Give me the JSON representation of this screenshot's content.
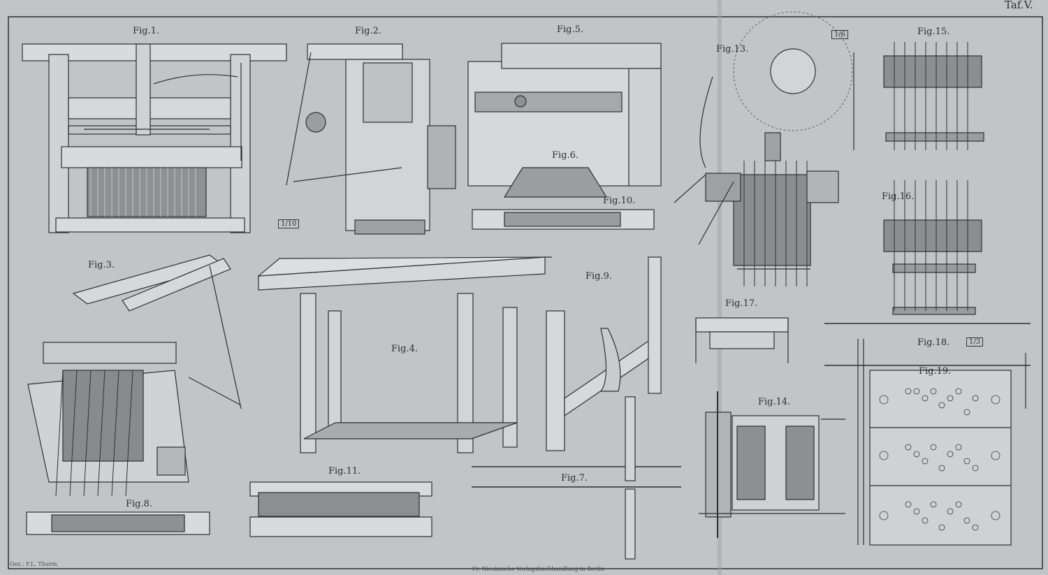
{
  "plate": {
    "number": "Taf.V.",
    "credit_left": "Gez.: F.L. Thurm.",
    "credit_center": "Fr. Nicolaische Verlagsbuchhandlung in Berlin"
  },
  "figures": {
    "fig1": "Fig.1.",
    "fig2": "Fig.2.",
    "fig3": "Fig.3.",
    "fig4": "Fig.4.",
    "fig5": "Fig.5.",
    "fig6": "Fig.6.",
    "fig7": "Fig.7.",
    "fig8": "Fig.8.",
    "fig9": "Fig.9.",
    "fig10": "Fig.10.",
    "fig11": "Fig.11.",
    "fig13": "Fig.13.",
    "fig14": "Fig.14.",
    "fig15": "Fig.15.",
    "fig16": "Fig.16.",
    "fig17": "Fig.17.",
    "fig18": "Fig.18.",
    "fig19": "Fig.19."
  },
  "scales": {
    "s1": "1/10",
    "s2": "1/6",
    "s3": "1/3"
  },
  "colors": {
    "paper": "#c2c5c8",
    "ink": "#2c2c2c"
  }
}
